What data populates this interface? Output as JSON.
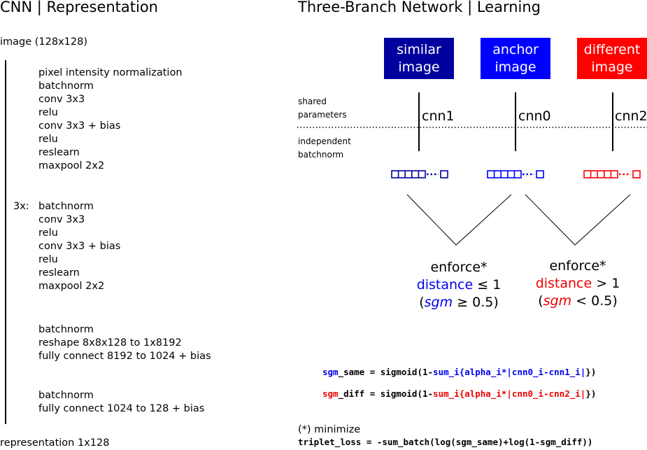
{
  "left": {
    "title": "CNN | Representation",
    "input_label": "image (128x128)",
    "block1": [
      "pixel intensity normalization",
      "batchnorm",
      "conv 3x3",
      "relu",
      "conv 3x3 + bias",
      "relu",
      "reslearn",
      "maxpool 2x2"
    ],
    "repeat_label": "3x:",
    "block2": [
      "batchnorm",
      "conv 3x3",
      "relu",
      "conv 3x3 + bias",
      "relu",
      "reslearn",
      "maxpool 2x2"
    ],
    "block3": [
      "batchnorm",
      "reshape 8x8x128 to 1x8192",
      "fully connect 8192 to 1024 + bias"
    ],
    "block4": [
      "batchnorm",
      "fully connect 1024 to 128 + bias"
    ],
    "output_label": "representation 1x128"
  },
  "right": {
    "title": "Three-Branch Network | Learning",
    "boxes": [
      {
        "line1": "similar",
        "line2": "image",
        "color": "#00009e"
      },
      {
        "line1": "anchor",
        "line2": "image",
        "color": "#0000ff"
      },
      {
        "line1": "different",
        "line2": "image",
        "color": "#ff0000"
      }
    ],
    "cnn_labels": [
      "cnn1",
      "cnn0",
      "cnn2"
    ],
    "shared_label": [
      "shared",
      "parameters"
    ],
    "independent_label": [
      "independent",
      "batchnorm"
    ],
    "enforce_left": {
      "line1": "enforce*",
      "word": "distance",
      "cond": " ≤ 1",
      "sgm_open": "(",
      "sgm": "sgm",
      "sgm_cond": " ≥ 0.5)"
    },
    "enforce_right": {
      "line1": "enforce*",
      "word": "distance",
      "cond": " > 1",
      "sgm_open": "(",
      "sgm": "sgm",
      "sgm_cond": " < 0.5)"
    },
    "formula_same": {
      "lhs": "sgm",
      "lhs_rest": "_same = sigmoid(1-",
      "sum": "sum_i{alpha_i*|cnn0_i-cnn1_i|",
      "close": "})"
    },
    "formula_diff": {
      "lhs": "sgm",
      "lhs_rest": "_diff = sigmoid(1-",
      "sum": "sum_i{alpha_i*|cnn0_i-cnn2_i|",
      "close": "})"
    },
    "minimize_label": "(*) minimize",
    "triplet_loss": "triplet_loss = -sum_batch(log(sgm_same)+log(1-sgm_diff))"
  },
  "colors": {
    "dark_blue": "#00009e",
    "blue": "#0000ee",
    "red": "#ee0000"
  }
}
